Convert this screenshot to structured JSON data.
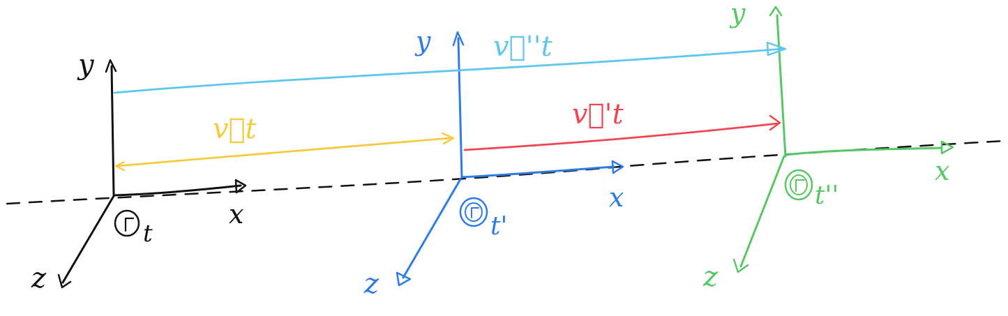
{
  "colors": {
    "frame_s": "#111111",
    "frame_s1": "#2f7be6",
    "frame_s2": "#55c765",
    "vec_v": "#f7c940",
    "vec_v1": "#ee4752",
    "vec_v2": "#5fc7ec",
    "dashed": "#111111"
  },
  "frame_s": {
    "x": "x",
    "y": "y",
    "z": "z",
    "time": "t"
  },
  "frame_s1": {
    "x": "x",
    "y": "y",
    "z": "z",
    "time": "t'"
  },
  "frame_s2": {
    "x": "x",
    "y": "y",
    "z": "z",
    "time": "t''"
  },
  "vectors": {
    "v": "v⃗t",
    "v1": "v⃗'t",
    "v2": "v⃗''t"
  }
}
